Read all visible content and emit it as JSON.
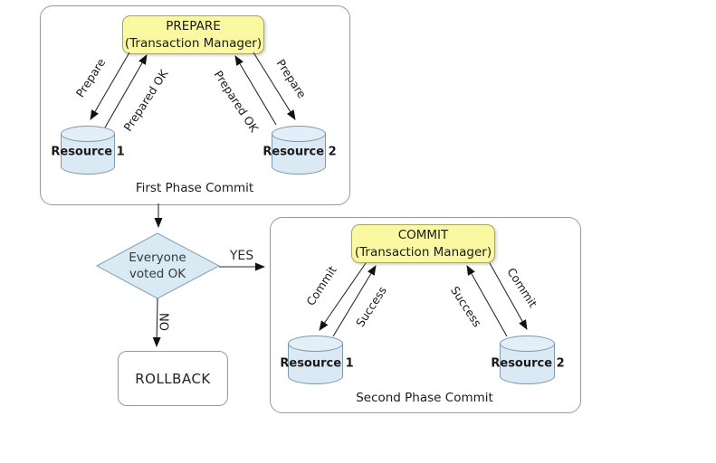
{
  "phase1": {
    "manager": {
      "title": "PREPARE",
      "subtitle": "(Transaction Manager)"
    },
    "resources": [
      {
        "label": "Resource 1"
      },
      {
        "label": "Resource 2"
      }
    ],
    "caption": "First Phase Commit",
    "arrow_labels": {
      "to_r1": "Prepare",
      "from_r1": "Prepared OK",
      "from_r2": "Prepared OK",
      "to_r2": "Prepare"
    }
  },
  "decision": {
    "line1": "Everyone",
    "line2": "voted OK",
    "yes_label": "YES",
    "no_label": "NO"
  },
  "rollback": {
    "label": "ROLLBACK"
  },
  "phase2": {
    "manager": {
      "title": "COMMIT",
      "subtitle": "(Transaction Manager)"
    },
    "resources": [
      {
        "label": "Resource 1"
      },
      {
        "label": "Resource 2"
      }
    ],
    "caption": "Second Phase Commit",
    "arrow_labels": {
      "to_r1": "Commit",
      "from_r1": "Success",
      "from_r2": "Success",
      "to_r2": "Commit"
    }
  },
  "colors": {
    "manager_fill": "#FAF9A2",
    "manager_border": "#A8A55E",
    "cylinder_fill": "#DAE9F4",
    "cylinder_top_fill": "#E2EEF8",
    "cylinder_border": "#7E99AB",
    "diamond_fill": "#D9EAF5",
    "diamond_border": "#85A3B6",
    "container_border": "#98999B",
    "arrow_stroke": "#2A2A2A",
    "text": "#1A1A1A",
    "background": "#FFFFFF"
  }
}
